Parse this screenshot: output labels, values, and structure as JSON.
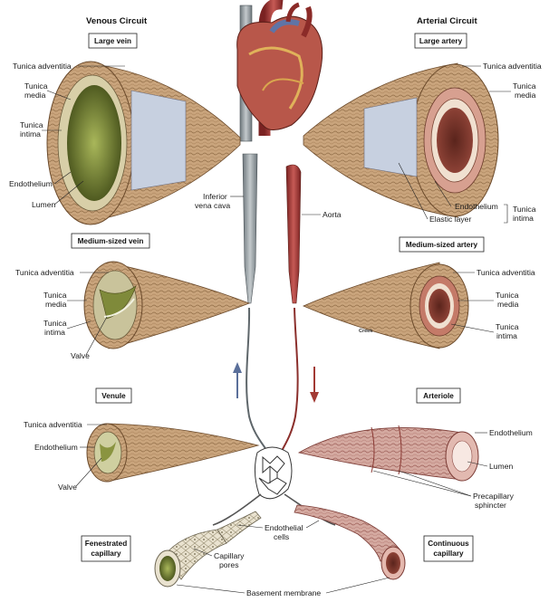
{
  "headings": {
    "venous": "Venous Circuit",
    "arterial": "Arterial Circuit"
  },
  "boxes": {
    "large_vein": "Large vein",
    "large_artery": "Large artery",
    "medium_vein": "Medium-sized vein",
    "medium_artery": "Medium-sized artery",
    "venule": "Venule",
    "arteriole": "Arteriole",
    "fenestrated_l1": "Fenestrated",
    "fenestrated_l2": "capillary",
    "continuous_l1": "Continuous",
    "continuous_l2": "capillary"
  },
  "labels": {
    "lv_adventitia": "Tunica adventitia",
    "lv_media_1": "Tunica",
    "lv_media_2": "media",
    "lv_intima_1": "Tunica",
    "lv_intima_2": "intima",
    "lv_endothelium": "Endothelium",
    "lv_lumen": "Lumen",
    "ivc_1": "Inferior",
    "ivc_2": "vena cava",
    "aorta": "Aorta",
    "la_adventitia": "Tunica adventitia",
    "la_media_1": "Tunica",
    "la_media_2": "media",
    "la_endothelium": "Endothelium",
    "la_elastic": "Elastic layer",
    "la_intima_1": "Tunica",
    "la_intima_2": "intima",
    "mv_adventitia": "Tunica adventitia",
    "mv_media_1": "Tunica",
    "mv_media_2": "media",
    "mv_intima_1": "Tunica",
    "mv_intima_2": "intima",
    "mv_valve": "Valve",
    "ma_adventitia": "Tunica adventitia",
    "ma_media_1": "Tunica",
    "ma_media_2": "media",
    "ma_intima_1": "Tunica",
    "ma_intima_2": "intima",
    "ma_signature": "Creek",
    "vn_adventitia": "Tunica adventitia",
    "vn_endothelium": "Endothelium",
    "vn_valve": "Valve",
    "ar_endothelium": "Endothelium",
    "ar_lumen": "Lumen",
    "ar_precap_1": "Precapillary",
    "ar_precap_2": "sphincter",
    "cap_endo_1": "Endothelial",
    "cap_endo_2": "cells",
    "cap_pores_1": "Capillary",
    "cap_pores_2": "pores",
    "cap_basement": "Basement membrane"
  },
  "colors": {
    "vein": "#8c9499",
    "artery": "#a5393a",
    "vessel_wall": "#caa57f",
    "vein_lumen": "#7c8a3c",
    "artery_lumen": "#6e2b22",
    "intima_vein": "#b9c3d6",
    "heart": "#9a3a2e",
    "flow_arrow_vein": "#5a6f9a",
    "flow_arrow_artery": "#a23a34"
  }
}
